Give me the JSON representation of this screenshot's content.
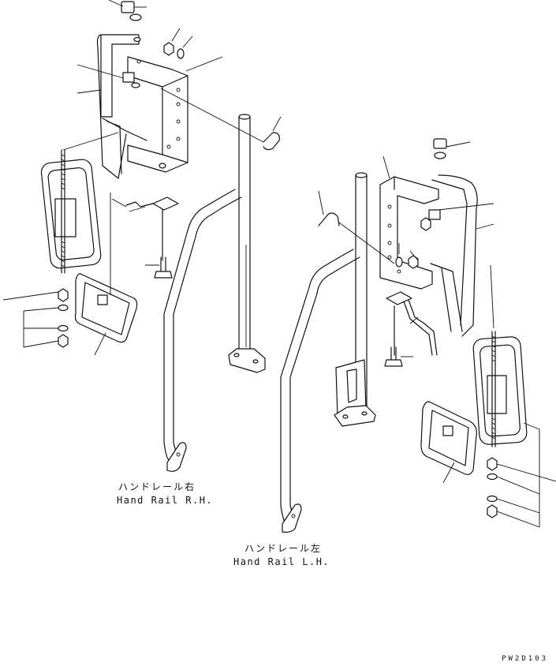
{
  "labels": {
    "right_rail_jp": "ハンドレール右",
    "right_rail_en": "Hand Rail R.H.",
    "left_rail_jp": "ハンドレール左",
    "left_rail_en": "Hand Rail L.H."
  },
  "drawing_code": "PW2D103"
}
